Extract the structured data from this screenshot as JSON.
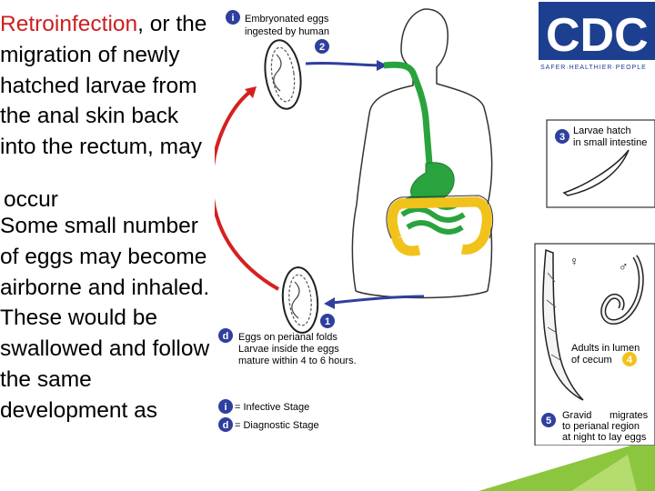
{
  "slide_text": {
    "para1_highlight": "Retroinfection",
    "para1_rest": ", or the migration of newly hatched larvae from the anal skin back into the rectum, may",
    "para1_end": "occur",
    "para2": "Some small number of eggs may become airborne and inhaled. These would be swallowed and follow the same development as"
  },
  "diagram": {
    "logo_text": "CDC",
    "logo_tagline": "SAFER·HEALTHIER·PEOPLE",
    "stage_i_marker": "i",
    "stage_i_line1": "Embryonated eggs",
    "stage_i_line2": "ingested by human",
    "step2": "2",
    "step3": "3",
    "step3_line1": "Larvae hatch",
    "step3_line2": "in small intestine",
    "step4": "4",
    "step4_line1": "Adults in lumen",
    "step4_line2": "of cecum",
    "step5": "5",
    "step5_line1": "Gravid",
    "step5_line1b": "migrates",
    "step5_line2": "to perianal region",
    "step5_line3": "at night to lay eggs",
    "female_symbol": "♀",
    "male_symbol": "♂",
    "stage_d_marker": "d",
    "step1": "1",
    "stage_d_line1": "Eggs on perianal folds",
    "stage_d_line2": "Larvae inside the eggs",
    "stage_d_line3": "mature within 4 to 6 hours.",
    "legend_i_marker": "i",
    "legend_i_label": "= Infective Stage",
    "legend_d_marker": "d",
    "legend_d_label": "= Diagnostic Stage"
  },
  "colors": {
    "step_blue": "#2f3f9e",
    "arrow_red": "#d62020",
    "gut_green": "#29a33e",
    "colon_yellow": "#f1c21b",
    "cdc_blue": "#1d3f8f",
    "slide_green": "#8cc63f"
  }
}
